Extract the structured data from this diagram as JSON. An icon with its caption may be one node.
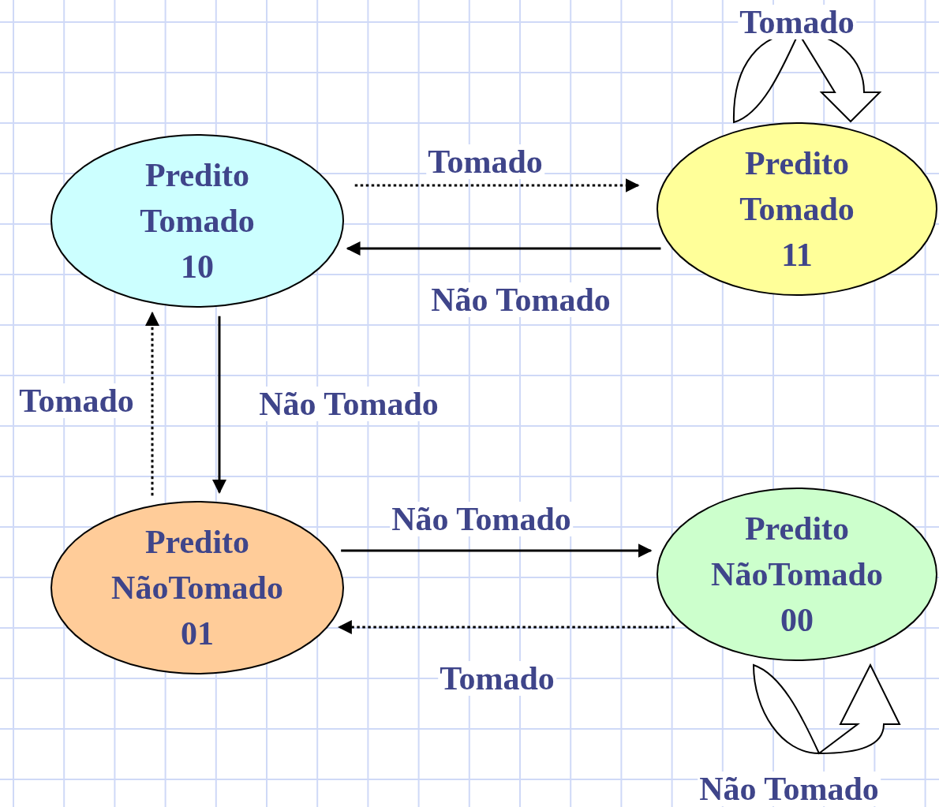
{
  "diagram": {
    "nodes": [
      {
        "text": [
          "Predito Tomado 10"
        ]
      },
      {
        "text": [
          "Predito Tomado 11"
        ]
      },
      {
        "text": [
          "Predito NãoTomado 01"
        ]
      },
      {
        "text": [
          "Predito NãoTomado 00"
        ]
      }
    ],
    "edges": [
      {
        "from": 0,
        "to": 1,
        "arrow": "to",
        "label": "Tomado",
        "style": "dashed"
      },
      {
        "from": 1,
        "to": 0,
        "arrow": "to",
        "label": "Não Tomado"
      },
      {
        "from": 0,
        "to": 2,
        "arrow": "to",
        "label": "Não Tomado"
      },
      {
        "from": 2,
        "to": 0,
        "arrow": "to",
        "label": "Tomado",
        "style": "dashed"
      },
      {
        "from": 2,
        "to": 3,
        "arrow": "to",
        "label": "Não Tomado"
      },
      {
        "from": 3,
        "to": 2,
        "arrow": "to",
        "label": "Tomado",
        "style": "dashed"
      },
      {
        "from": 1,
        "to": 1,
        "arrow": "to",
        "label": "Tomado"
      },
      {
        "from": 3,
        "to": 3,
        "arrow": "to",
        "label": "Não Tomado"
      }
    ]
  }
}
